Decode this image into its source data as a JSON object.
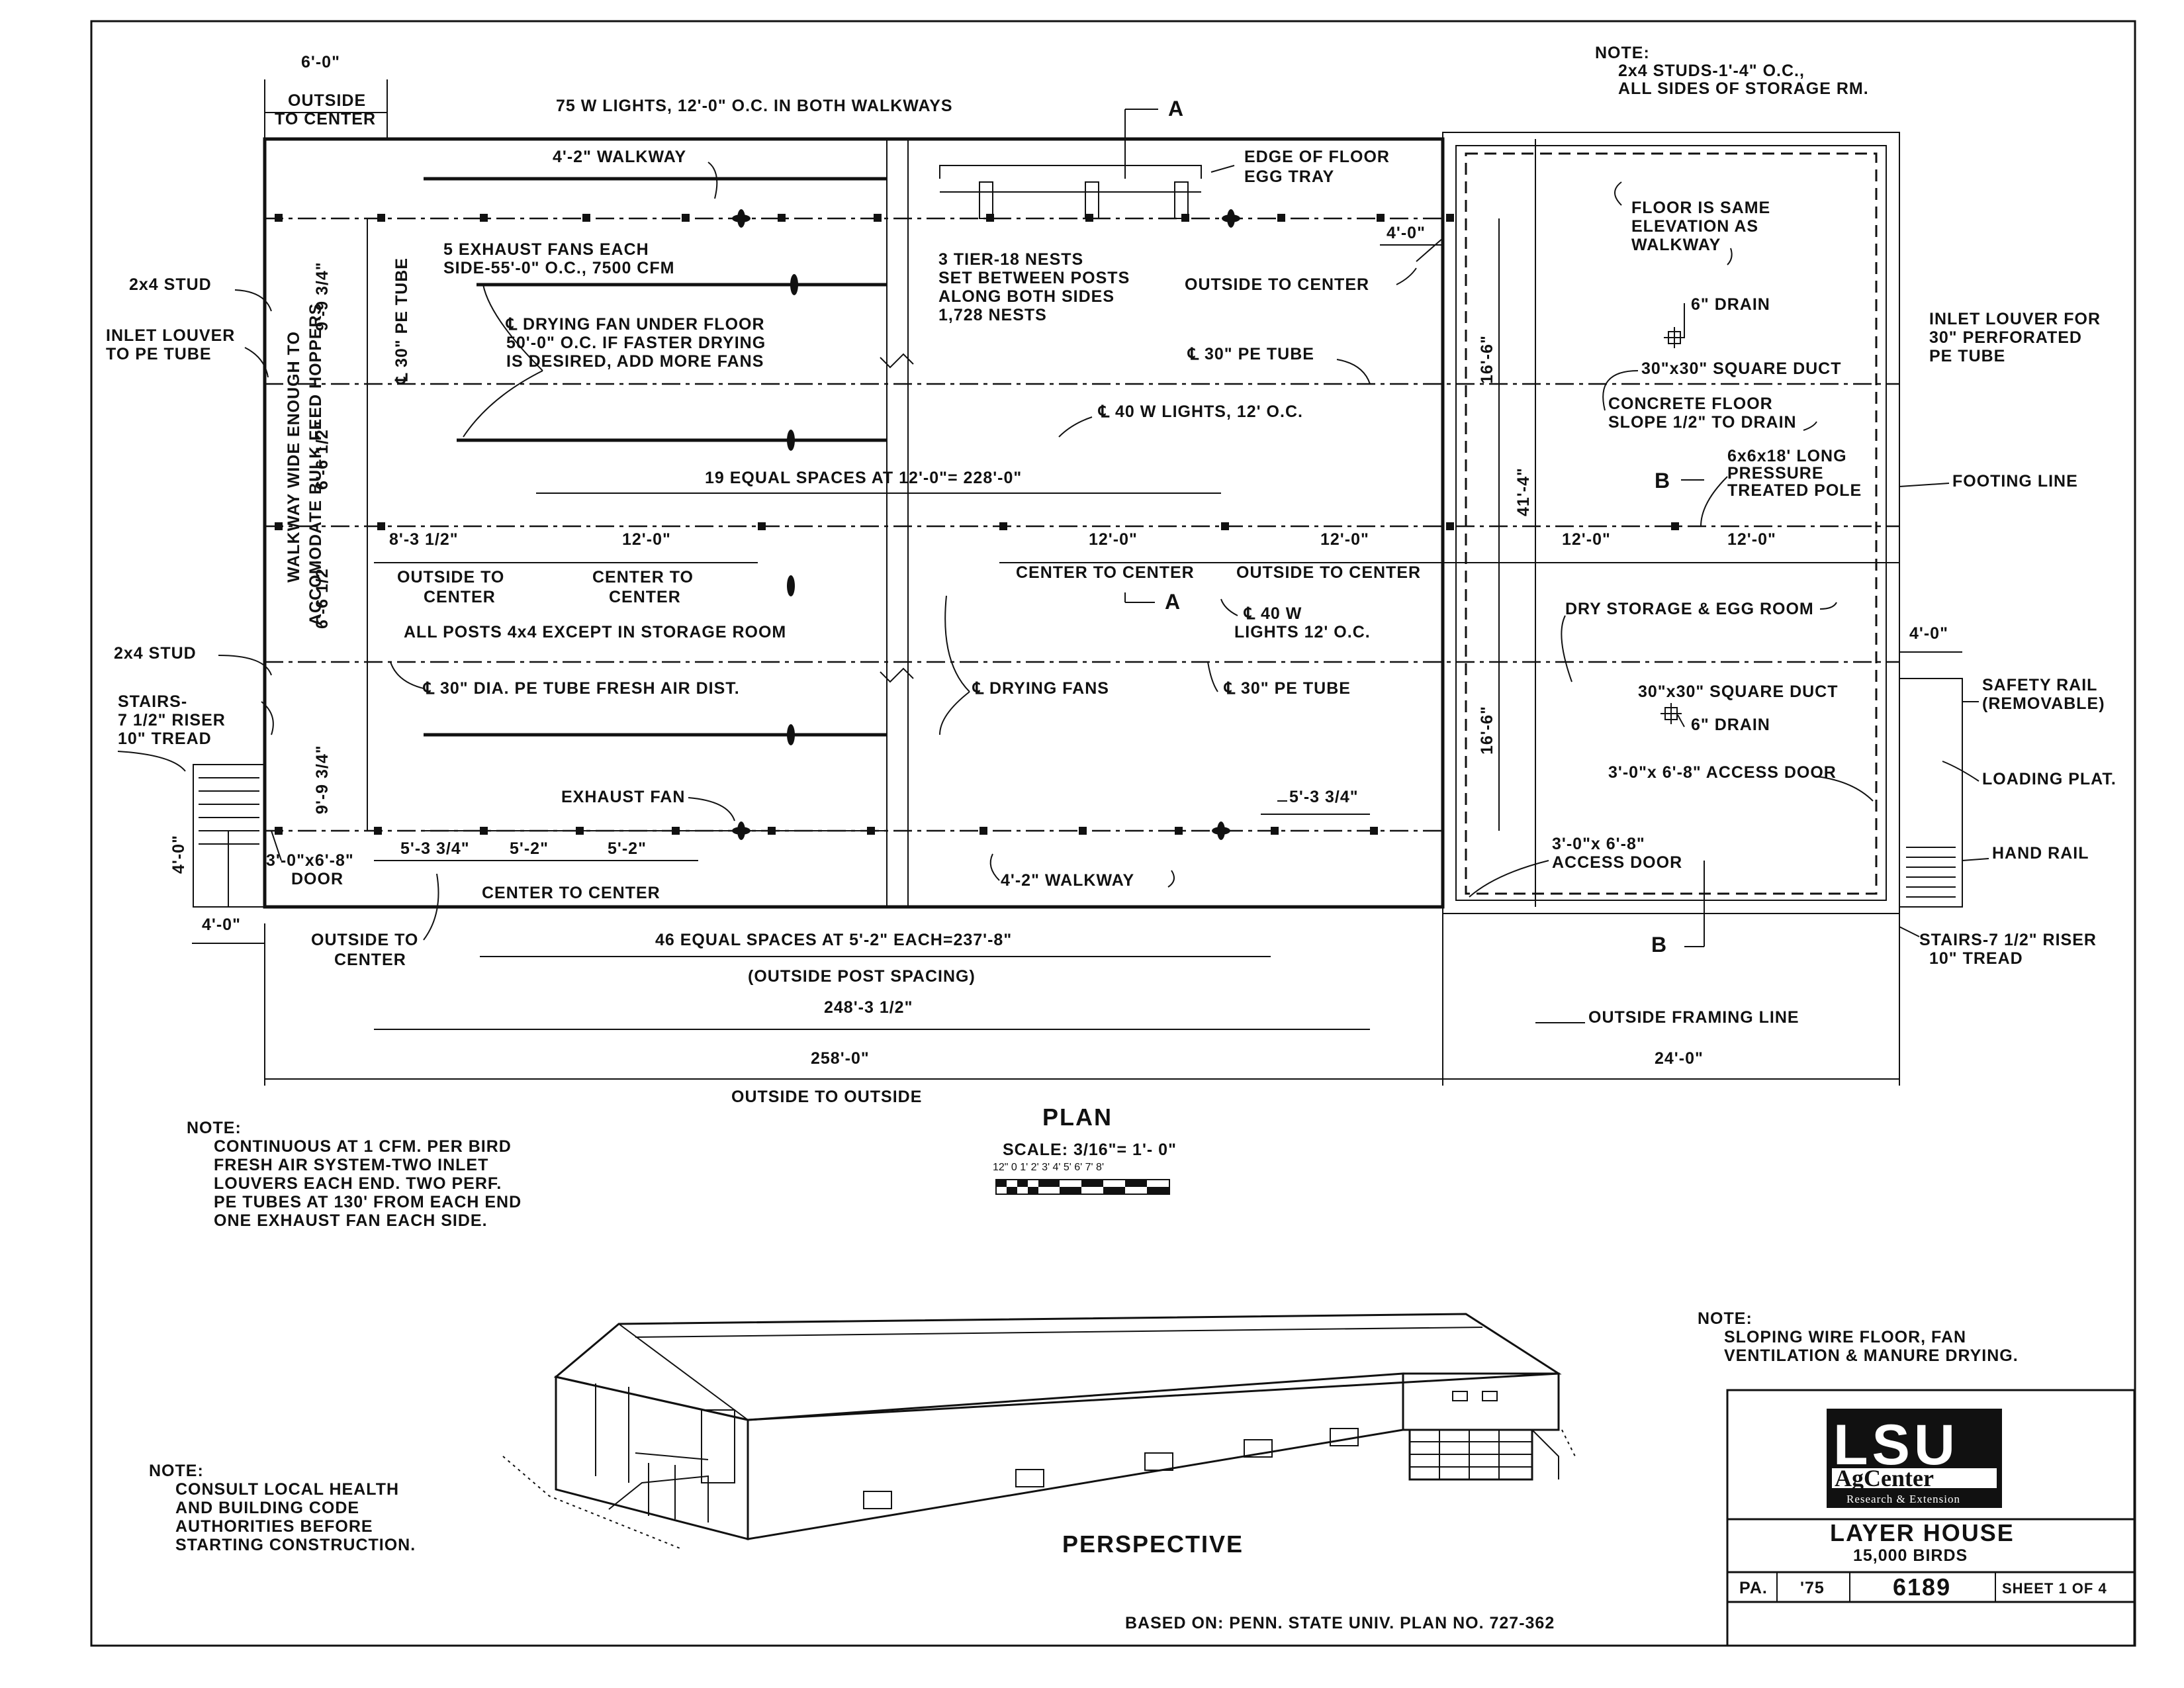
{
  "plan": {
    "title": "PLAN",
    "scale": "SCALE: 3/16\"= 1'- 0\"",
    "scale_ticks": "12\" 0  1'  2'  3'  4'  5'  6'  7'  8'"
  },
  "perspective_label": "PERSPECTIVE",
  "based_on": "BASED ON: PENN. STATE UNIV. PLAN NO. 727-362",
  "notes": {
    "top_right": [
      "NOTE:",
      "2x4 STUDS-1'-4\" O.C.,",
      "ALL SIDES OF STORAGE RM."
    ],
    "airflow": [
      "NOTE:",
      "CONTINUOUS AT 1 CFM. PER BIRD",
      "FRESH AIR SYSTEM-TWO INLET",
      "LOUVERS EACH END. TWO PERF.",
      "PE TUBES AT 130' FROM EACH END",
      "ONE EXHAUST FAN EACH SIDE."
    ],
    "floor": [
      "NOTE:",
      "SLOPING WIRE FLOOR, FAN",
      "VENTILATION & MANURE DRYING."
    ],
    "health": [
      "NOTE:",
      "CONSULT LOCAL HEALTH",
      "AND BUILDING CODE",
      "AUTHORITIES BEFORE",
      "STARTING CONSTRUCTION."
    ]
  },
  "labels": {
    "lights_walkways": "75 W LIGHTS, 12'-0\" O.C. IN BOTH WALKWAYS",
    "walkway_top": "4'-2\" WALKWAY",
    "walkway_bottom": "4'-2\" WALKWAY",
    "exhaust_fans": [
      "5 EXHAUST FANS EACH",
      "SIDE-55'-0\" O.C., 7500 CFM"
    ],
    "edge_floor": [
      "EDGE OF FLOOR",
      "EGG TRAY"
    ],
    "nests": [
      "3 TIER-18 NESTS",
      "SET BETWEEN POSTS",
      "ALONG BOTH SIDES",
      "1,728 NESTS"
    ],
    "outside_center_1": "OUTSIDE TO CENTER",
    "drying_fan": [
      "℄ DRYING FAN UNDER FLOOR",
      "50'-0\" O.C. IF FASTER DRYING",
      "IS DESIRED, ADD MORE FANS"
    ],
    "pe_tube_1": "℄ 30\" PE TUBE",
    "pe_tube_vert": "℄ 30\" PE TUBE",
    "lights_40": "℄ 40 W LIGHTS, 12' O.C.",
    "equal_spaces_19": "19 EQUAL SPACES AT 12'-0\"= 228'-0\"",
    "outside_to_center_a": [
      "OUTSIDE TO",
      "CENTER"
    ],
    "center_to_center_a": [
      "CENTER TO",
      "CENTER"
    ],
    "center_to_center_b": "CENTER TO CENTER",
    "outside_to_center_b": "OUTSIDE TO CENTER",
    "lights_40b": [
      "℄ 40 W",
      "LIGHTS 12' O.C."
    ],
    "all_posts": "ALL POSTS 4x4 EXCEPT IN STORAGE ROOM",
    "pe_fresh": "℄ 30\" DIA. PE TUBE FRESH AIR DIST.",
    "drying_fans": "℄ DRYING FANS",
    "pe_tube_2": "℄ 30\" PE TUBE",
    "exhaust_fan": "EXHAUST FAN",
    "center_to_center_c": "CENTER TO CENTER",
    "equal_spaces_46": "46 EQUAL SPACES AT 5'-2\" EACH=237'-8\"",
    "outside_post": "(OUTSIDE POST SPACING)",
    "outside_to_outside": "OUTSIDE TO OUTSIDE",
    "outside_to_center_c": [
      "OUTSIDE TO",
      "CENTER"
    ],
    "stud_1": "2x4 STUD",
    "stud_2": "2x4 STUD",
    "inlet_louver": [
      "INLET LOUVER",
      "TO PE TUBE"
    ],
    "walkway_wide": [
      "WALKWAY WIDE ENOUGH TO",
      "ACCOMODATE BULK FEED HOPPERS"
    ],
    "stairs_left": [
      "STAIRS-",
      "7 1/2\" RISER",
      "10\" TREAD"
    ],
    "door_left": [
      "3'-0\"x6'-8\"",
      "DOOR"
    ],
    "outside_center_top": [
      "OUTSIDE",
      "TO CENTER"
    ],
    "floor_same": [
      "FLOOR IS SAME",
      "ELEVATION AS",
      "WALKWAY"
    ],
    "drain_1": "6\" DRAIN",
    "drain_2": "6\" DRAIN",
    "duct_1": "30\"x30\" SQUARE DUCT",
    "duct_2": "30\"x30\" SQUARE DUCT",
    "concrete": [
      "CONCRETE FLOOR",
      "SLOPE 1/2\" TO DRAIN"
    ],
    "pole": [
      "6x6x18' LONG",
      "PRESSURE",
      "TREATED POLE"
    ],
    "inlet_perforated": [
      "INLET LOUVER FOR",
      "30\" PERFORATED",
      "PE TUBE"
    ],
    "footing": "FOOTING LINE",
    "dry_storage": "DRY STORAGE & EGG ROOM",
    "safety_rail": [
      "SAFETY RAIL",
      "(REMOVABLE)"
    ],
    "access_door_1": "3'-0\"x 6'-8\" ACCESS DOOR",
    "access_door_2": [
      "3'-0\"x 6'-8\"",
      "ACCESS DOOR"
    ],
    "loading": "LOADING PLAT.",
    "hand_rail": "HAND RAIL",
    "stairs_right": [
      "STAIRS-7 1/2\" RISER",
      "10\" TREAD"
    ],
    "framing": "OUTSIDE FRAMING LINE",
    "section_a": "A",
    "section_a2": "A",
    "section_b": "B",
    "section_b2": "B"
  },
  "dimensions": {
    "d6_0": "6'-0\"",
    "d4_0_top": "4'-0\"",
    "d16_6_top": "16'-6\"",
    "d16_6_bot": "16'-6\"",
    "d41_4": "41'-4\"",
    "d9_9_top": "9'-9 3/4\"",
    "d6_6_top": "6'-6 1/2\"",
    "d6_6_bot": "6'-6 1/2\"",
    "d9_9_bot": "9'-9 3/4\"",
    "d8_3": "8'-3 1/2\"",
    "d12_a": "12'-0\"",
    "d12_b": "12'-0\"",
    "d12_c": "12'-0\"",
    "d12_d": "12'-0\"",
    "d12_e": "12'-0\"",
    "d4_0_right": "4'-0\"",
    "d4_0_left_v": "4'-0\"",
    "d4_0_left_h": "4'-0\"",
    "d5_3_a": "5'-3 3/4\"",
    "d5_3_b": "5'-3 3/4\"",
    "d5_2_a": "5'-2\"",
    "d5_2_b": "5'-2\"",
    "d248": "248'-3 1/2\"",
    "d258": "258'-0\"",
    "d24": "24'-0\""
  },
  "title_block": {
    "logo_top": "LSU",
    "logo_mid": "AgCenter",
    "logo_sub": "Research & Extension",
    "title": "LAYER HOUSE",
    "subtitle": "15,000 BIRDS",
    "state": "PA.",
    "year": "'75",
    "plan_no": "6189",
    "sheet": "SHEET 1 OF 4"
  }
}
